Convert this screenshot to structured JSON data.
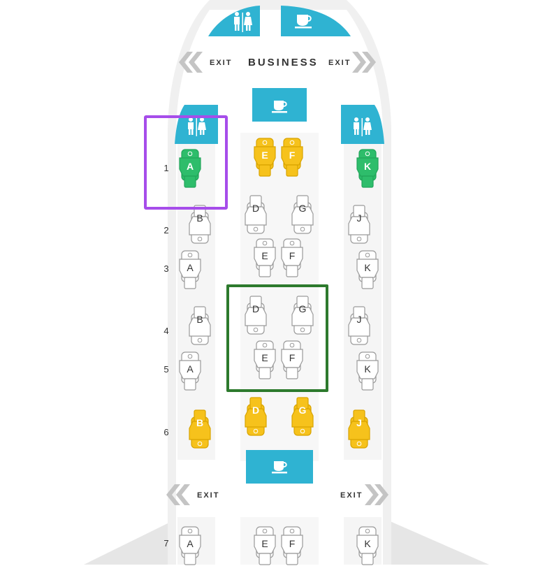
{
  "colors": {
    "facility": "#2fb3d2",
    "available_seat": "#f6c21c",
    "selected_seat": "#2ebd6b",
    "seat_outline": "#9a9a9a",
    "fuselage": "#f0f0f0",
    "exit_arrow": "#c4c4c4",
    "purple_highlight": "#a64dea",
    "green_highlight": "#2d7a2d"
  },
  "cabin_label": "BUSINESS",
  "exit_label": "EXIT",
  "row_labels": [
    "1",
    "2",
    "3",
    "4",
    "5",
    "6",
    "7"
  ],
  "facilities": [
    {
      "icon": "lavatory-icon"
    },
    {
      "icon": "galley-icon"
    },
    {
      "icon": "galley-icon"
    },
    {
      "icon": "lavatory-icon"
    },
    {
      "icon": "lavatory-icon"
    },
    {
      "icon": "galley-icon"
    }
  ],
  "seats": [
    {
      "id": "1A",
      "letter": "A",
      "status": "selected"
    },
    {
      "id": "1E",
      "letter": "E",
      "status": "available"
    },
    {
      "id": "1F",
      "letter": "F",
      "status": "available"
    },
    {
      "id": "1K",
      "letter": "K",
      "status": "selected"
    },
    {
      "id": "2B",
      "letter": "B",
      "status": "unavailable"
    },
    {
      "id": "2D",
      "letter": "D",
      "status": "unavailable"
    },
    {
      "id": "2G",
      "letter": "G",
      "status": "unavailable"
    },
    {
      "id": "2J",
      "letter": "J",
      "status": "unavailable"
    },
    {
      "id": "3A",
      "letter": "A",
      "status": "unavailable"
    },
    {
      "id": "3E",
      "letter": "E",
      "status": "unavailable"
    },
    {
      "id": "3F",
      "letter": "F",
      "status": "unavailable"
    },
    {
      "id": "3K",
      "letter": "K",
      "status": "unavailable"
    },
    {
      "id": "4B",
      "letter": "B",
      "status": "unavailable"
    },
    {
      "id": "4D",
      "letter": "D",
      "status": "unavailable"
    },
    {
      "id": "4G",
      "letter": "G",
      "status": "unavailable"
    },
    {
      "id": "4J",
      "letter": "J",
      "status": "unavailable"
    },
    {
      "id": "5A",
      "letter": "A",
      "status": "unavailable"
    },
    {
      "id": "5E",
      "letter": "E",
      "status": "unavailable"
    },
    {
      "id": "5F",
      "letter": "F",
      "status": "unavailable"
    },
    {
      "id": "5K",
      "letter": "K",
      "status": "unavailable"
    },
    {
      "id": "6B",
      "letter": "B",
      "status": "available"
    },
    {
      "id": "6D",
      "letter": "D",
      "status": "available"
    },
    {
      "id": "6G",
      "letter": "G",
      "status": "available"
    },
    {
      "id": "6J",
      "letter": "J",
      "status": "available"
    },
    {
      "id": "7A",
      "letter": "A",
      "status": "unavailable"
    },
    {
      "id": "7E",
      "letter": "E",
      "status": "unavailable"
    },
    {
      "id": "7F",
      "letter": "F",
      "status": "unavailable"
    },
    {
      "id": "7K",
      "letter": "K",
      "status": "unavailable"
    }
  ]
}
